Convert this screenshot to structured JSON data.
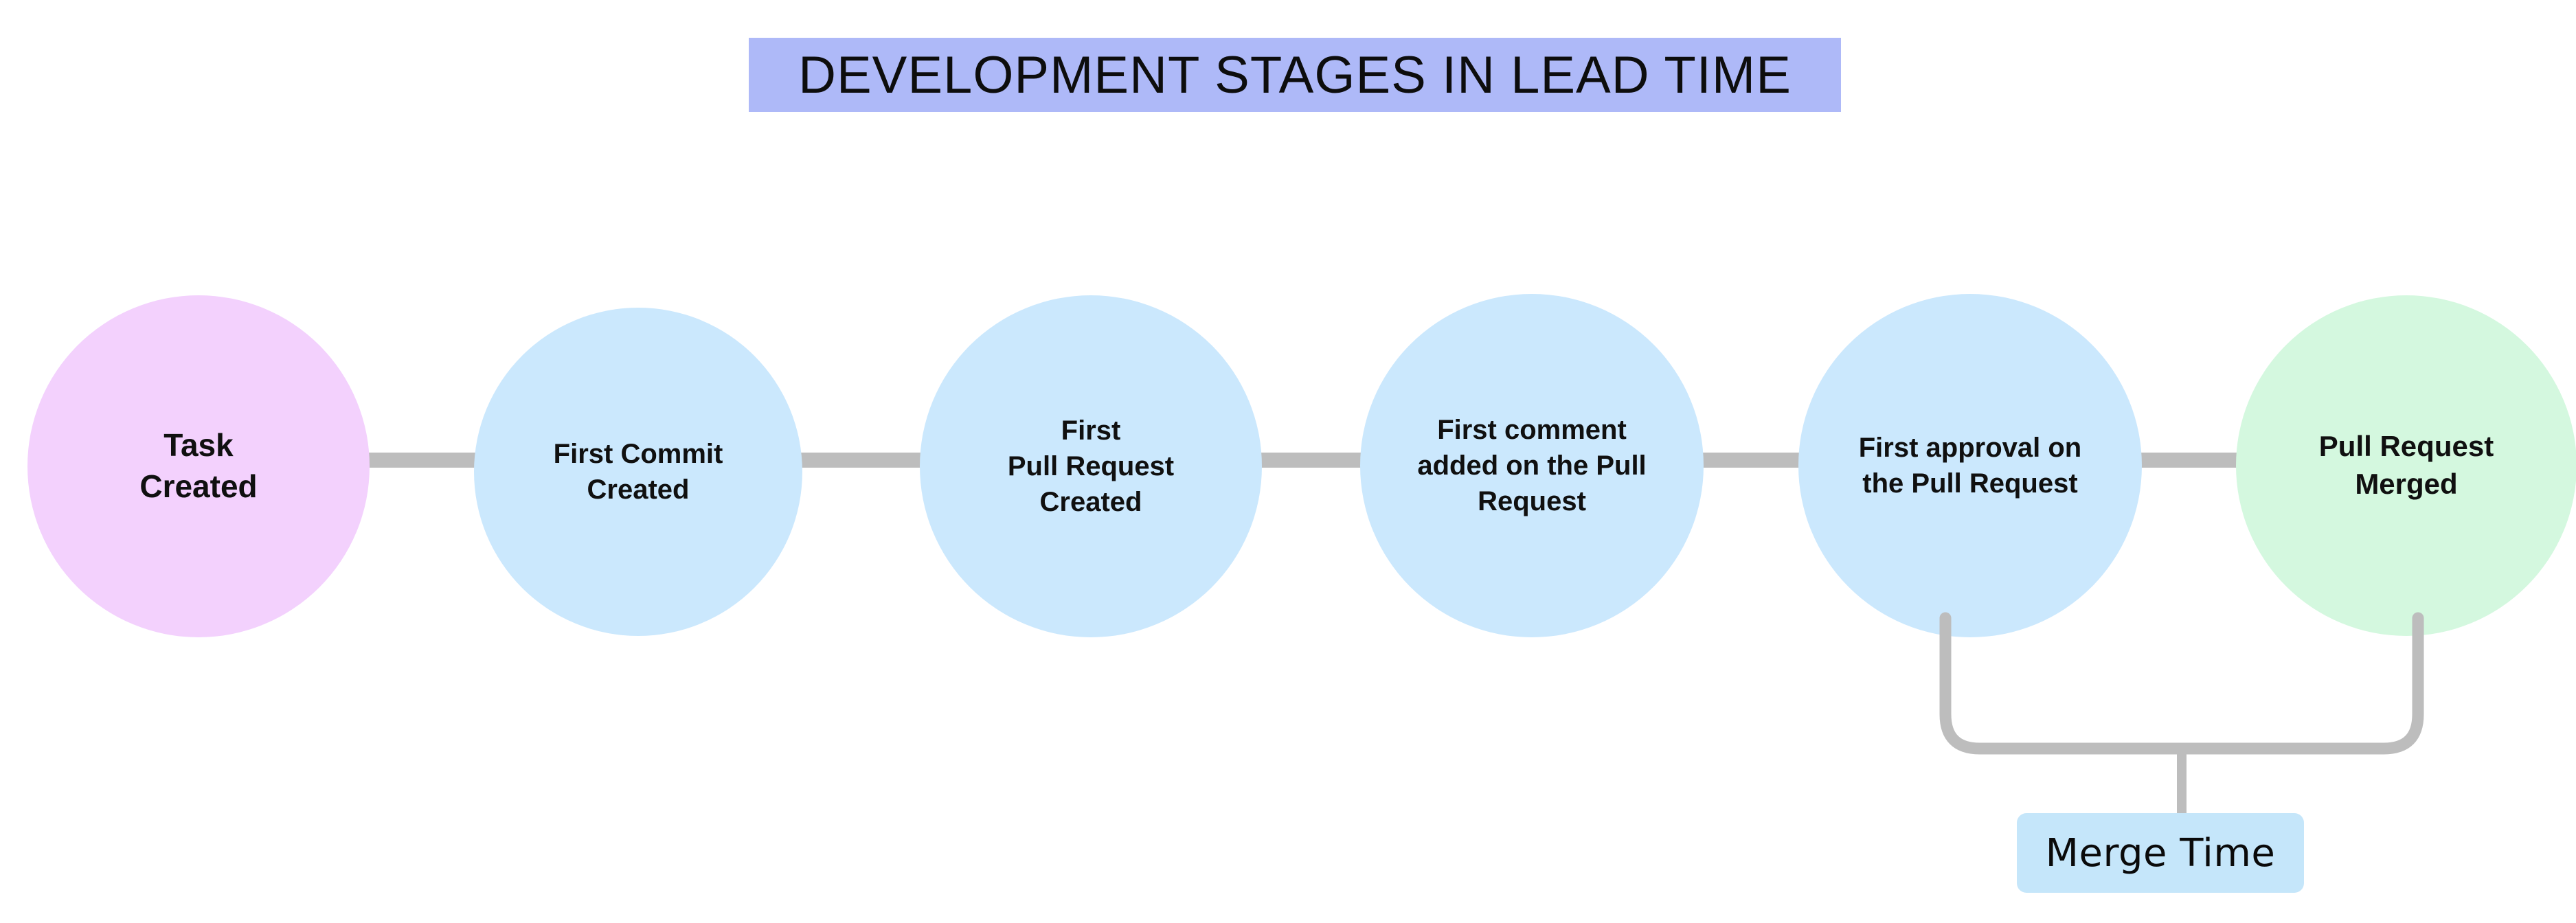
{
  "title": {
    "text": "DEVELOPMENT STAGES IN LEAD TIME",
    "banner_color": "#AEB9F8",
    "text_color": "#0d0d0d"
  },
  "colors": {
    "background": "#FFFFFF",
    "start_node": "#F3D1FD",
    "middle_node": "#CBE8FD",
    "end_node": "#D4F8DF",
    "connector": "#BDBDBD",
    "badge": "#C5E6FA",
    "text": "#101010"
  },
  "chart_data": {
    "type": "diagram",
    "subtype": "horizontal-process-flow",
    "title": "DEVELOPMENT STAGES IN LEAD TIME",
    "node_shape": "circle",
    "nodes": [
      {
        "id": "task-created",
        "label": "Task\nCreated",
        "color": "#F3D1FD",
        "order": 1
      },
      {
        "id": "first-commit",
        "label": "First Commit\nCreated",
        "color": "#CBE8FD",
        "order": 2
      },
      {
        "id": "first-pull-request",
        "label": "First\nPull Request\nCreated",
        "color": "#CBE8FD",
        "order": 3
      },
      {
        "id": "first-comment",
        "label": "First comment\nadded on the Pull\nRequest",
        "color": "#CBE8FD",
        "order": 4
      },
      {
        "id": "first-approval",
        "label": "First approval on\nthe Pull Request",
        "color": "#CBE8FD",
        "order": 5
      },
      {
        "id": "pull-request-merged",
        "label": "Pull Request\nMerged",
        "color": "#D4F8DF",
        "order": 6
      }
    ],
    "edges": [
      {
        "from": "task-created",
        "to": "first-commit"
      },
      {
        "from": "first-commit",
        "to": "first-pull-request"
      },
      {
        "from": "first-pull-request",
        "to": "first-comment"
      },
      {
        "from": "first-comment",
        "to": "first-approval"
      },
      {
        "from": "first-approval",
        "to": "pull-request-merged"
      }
    ],
    "annotations": [
      {
        "id": "merge-time",
        "label": "Merge Time",
        "spans": [
          "first-approval",
          "pull-request-merged"
        ],
        "style": "bracket-below",
        "color": "#C5E6FA"
      }
    ]
  },
  "stages": [
    {
      "label": "Task\nCreated"
    },
    {
      "label": "First Commit\nCreated"
    },
    {
      "label": "First\nPull Request\nCreated"
    },
    {
      "label": "First comment\nadded on the Pull\nRequest"
    },
    {
      "label": "First approval on\nthe Pull Request"
    },
    {
      "label": "Pull Request\nMerged"
    }
  ],
  "annotation": {
    "merge_time_label": "Merge Time"
  }
}
